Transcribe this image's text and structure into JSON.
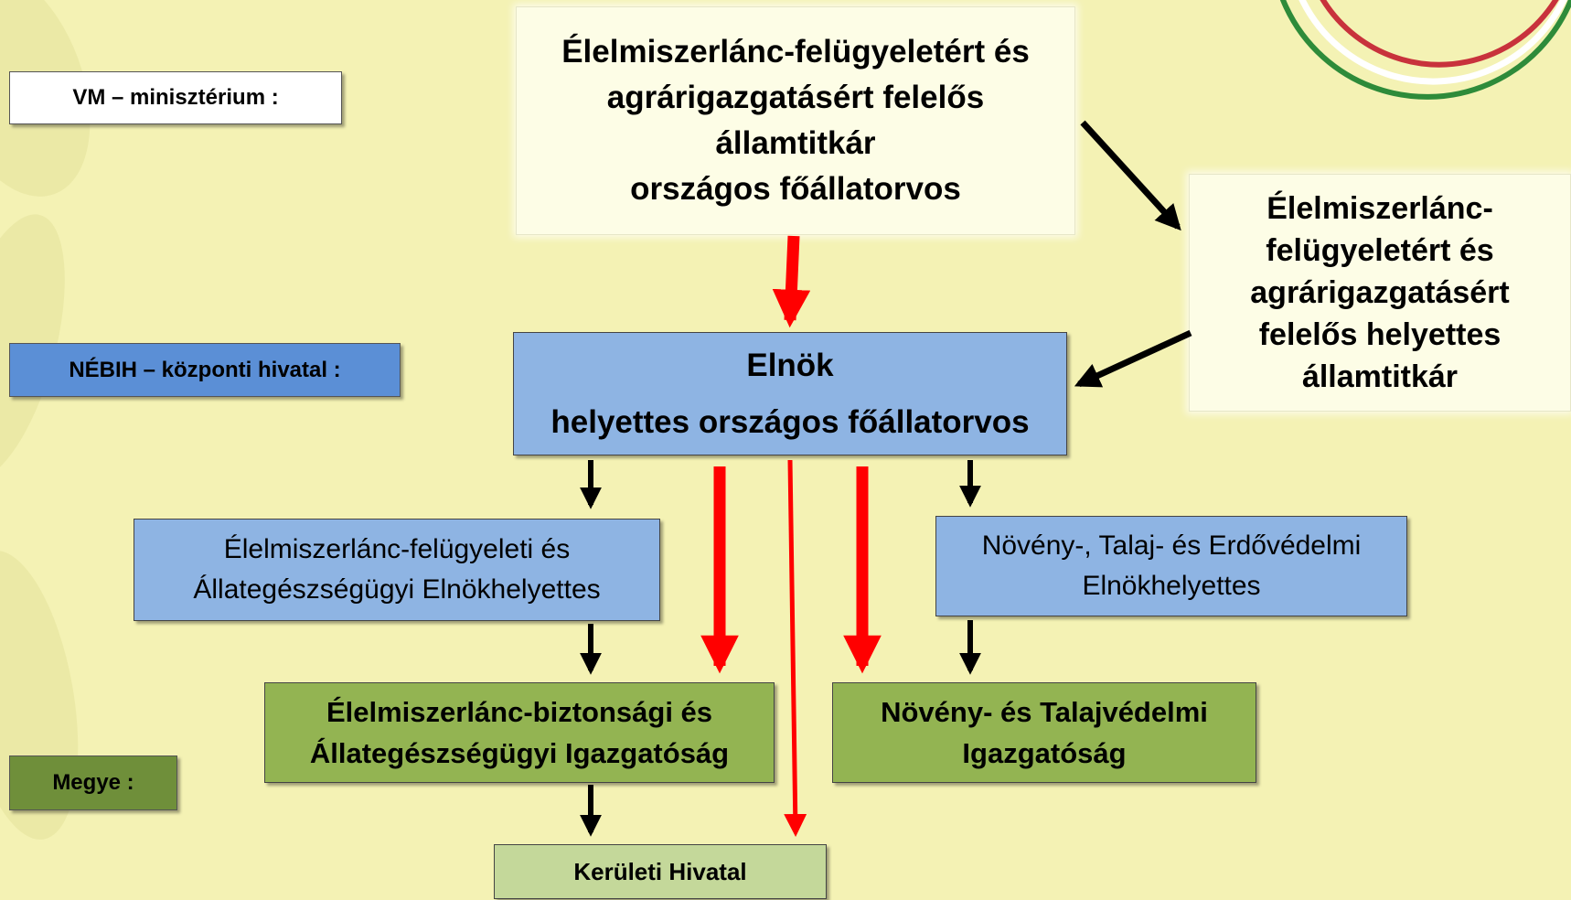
{
  "levels": {
    "ministry": "VM – minisztérium :",
    "central_office": "NÉBIH – központi  hivatal :",
    "county": "Megye :"
  },
  "nodes": {
    "state_secretary": [
      "Élelmiszerlánc-felügyeletért és",
      "agrárigazgatásért felelős",
      "államtitkár",
      "országos főállatorvos"
    ],
    "deputy_state_secretary": [
      "Élelmiszerlánc-",
      "felügyeletért és",
      "agrárigazgatásért",
      "felelős helyettes",
      "államtitkár"
    ],
    "president": [
      "Elnök",
      "helyettes országos főállatorvos"
    ],
    "vice_president_food": [
      "Élelmiszerlánc-felügyeleti és",
      "Állategészségügyi Elnökhelyettes"
    ],
    "vice_president_plant": [
      "Növény-, Talaj- és Erdővédelmi",
      "Elnökhelyettes"
    ],
    "directorate_food": [
      "Élelmiszerlánc-biztonsági és",
      "Állategészségügyi Igazgatóság"
    ],
    "directorate_plant": [
      "Növény- és Talajvédelmi",
      "Igazgatóság"
    ],
    "district_office": "Kerületi Hivatal"
  },
  "colors": {
    "background": "#f4f2b4",
    "cream_box": "#fdfde6",
    "blue_box": "#8eb4e3",
    "dark_blue_label": "#5b8fd6",
    "green_box": "#93b452",
    "dark_green_label": "#6f8f3a",
    "light_green_box": "#c4d89a",
    "arrow_red": "#ff0000",
    "arrow_black": "#000000"
  }
}
